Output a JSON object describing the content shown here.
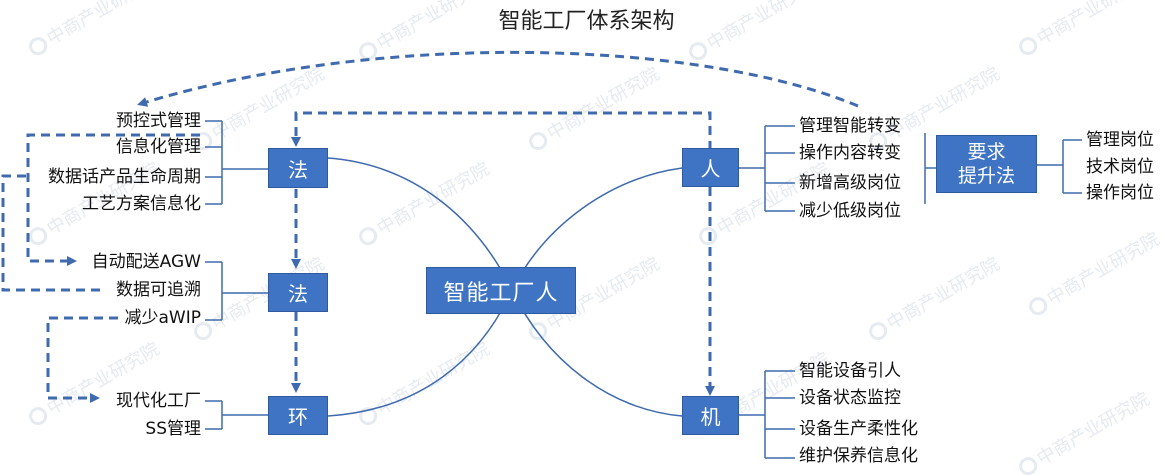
{
  "title": "智能工厂体系架构",
  "nodes": {
    "fa_top": "法",
    "fa_mid": "法",
    "huan": "环",
    "ren": "人",
    "ji": "机",
    "center": "智能工厂人",
    "requirement_line1": "要求",
    "requirement_line2": "提升法"
  },
  "left_labels": {
    "fa_top": [
      "预控式管理",
      "信息化管理",
      "数据话产品生命周期",
      "工艺方案信息化"
    ],
    "fa_mid": [
      "自动配送AGW",
      "数据可追溯",
      "减少aWIP"
    ],
    "huan": [
      "现代化工厂",
      "SS管理"
    ]
  },
  "right_labels": {
    "ren": [
      "管理智能转变",
      "操作内容转变",
      "新增高级岗位",
      "减少低级岗位"
    ],
    "ji": [
      "智能设备引人",
      "设备状态监控",
      "设备生产柔性化",
      "维护保养信息化"
    ],
    "requirement": [
      "管理岗位",
      "技术岗位",
      "操作岗位"
    ]
  },
  "watermark": "中商产业研究院",
  "colors": {
    "node_fill": "#3f73c4",
    "line": "#3f6aae",
    "dashed": "#3f6aae"
  }
}
